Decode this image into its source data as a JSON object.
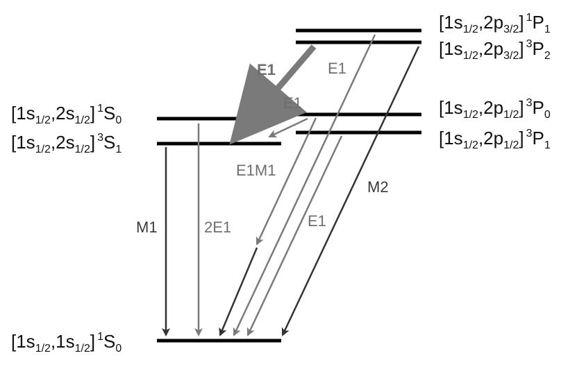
{
  "colors": {
    "level": "#000000",
    "dark": "#333333",
    "gray": "#7a7a7a",
    "label_dark": "#3a3a3a",
    "label_gray": "#6e6e6e"
  },
  "states": {
    "p_1p1": {
      "prefix": "[1s",
      "sub1": "1/2",
      "mid": ",2p",
      "sub2": "3/2",
      "close": "]",
      "mult": "1",
      "term": "P",
      "j": "1"
    },
    "p_3p2": {
      "prefix": "[1s",
      "sub1": "1/2",
      "mid": ",2p",
      "sub2": "3/2",
      "close": "]",
      "mult": "3",
      "term": "P",
      "j": "2"
    },
    "p_3p0": {
      "prefix": "[1s",
      "sub1": "1/2",
      "mid": ",2p",
      "sub2": "1/2",
      "close": "]",
      "mult": "3",
      "term": "P",
      "j": "0"
    },
    "p_3p1": {
      "prefix": "[1s",
      "sub1": "1/2",
      "mid": ",2p",
      "sub2": "1/2",
      "close": "]",
      "mult": "3",
      "term": "P",
      "j": "1"
    },
    "s_1s0": {
      "prefix": "[1s",
      "sub1": "1/2",
      "mid": ",2s",
      "sub2": "1/2",
      "close": "]",
      "mult": "1",
      "term": "S",
      "j": "0"
    },
    "s_3s1": {
      "prefix": "[1s",
      "sub1": "1/2",
      "mid": ",2s",
      "sub2": "1/2",
      "close": "]",
      "mult": "3",
      "term": "S",
      "j": "1"
    },
    "ground": {
      "prefix": "[1s",
      "sub1": "1/2",
      "mid": ",1s",
      "sub2": "1/2",
      "close": "]",
      "mult": "1",
      "term": "S",
      "j": "0"
    }
  },
  "transitions": {
    "e1_bold": "E1",
    "e1_p1_ground": "E1",
    "e1_p0_s": "E1",
    "e1m1": "E1M1",
    "m2": "M2",
    "e1_p1_lower": "E1",
    "m1": "M1",
    "two_e1": "2E1"
  }
}
